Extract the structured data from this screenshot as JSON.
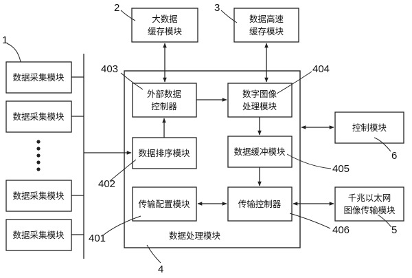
{
  "modules": {
    "bigdata_cache": [
      "大数据",
      "缓存模块"
    ],
    "highspeed_cache": [
      "数据高速",
      "缓存模块"
    ],
    "acquisition": "数据采集模块",
    "ext_controller": [
      "外部数据",
      "控制器"
    ],
    "image_processing": [
      "数字图像",
      "处理模块"
    ],
    "sorting": "数据排序模块",
    "buffer": "数据缓冲模块",
    "tx_config": "传输配置模块",
    "tx_controller": "传输控制器",
    "processing": "数据处理模块",
    "control": "控制模块",
    "gige": [
      "千兆以太网",
      "图像传输模块"
    ]
  },
  "refs": {
    "n1": "1",
    "n2": "2",
    "n3": "3",
    "n4": "4",
    "n5": "5",
    "n6": "6",
    "n401": "401",
    "n402": "402",
    "n403": "403",
    "n404": "404",
    "n405": "405",
    "n406": "406"
  }
}
